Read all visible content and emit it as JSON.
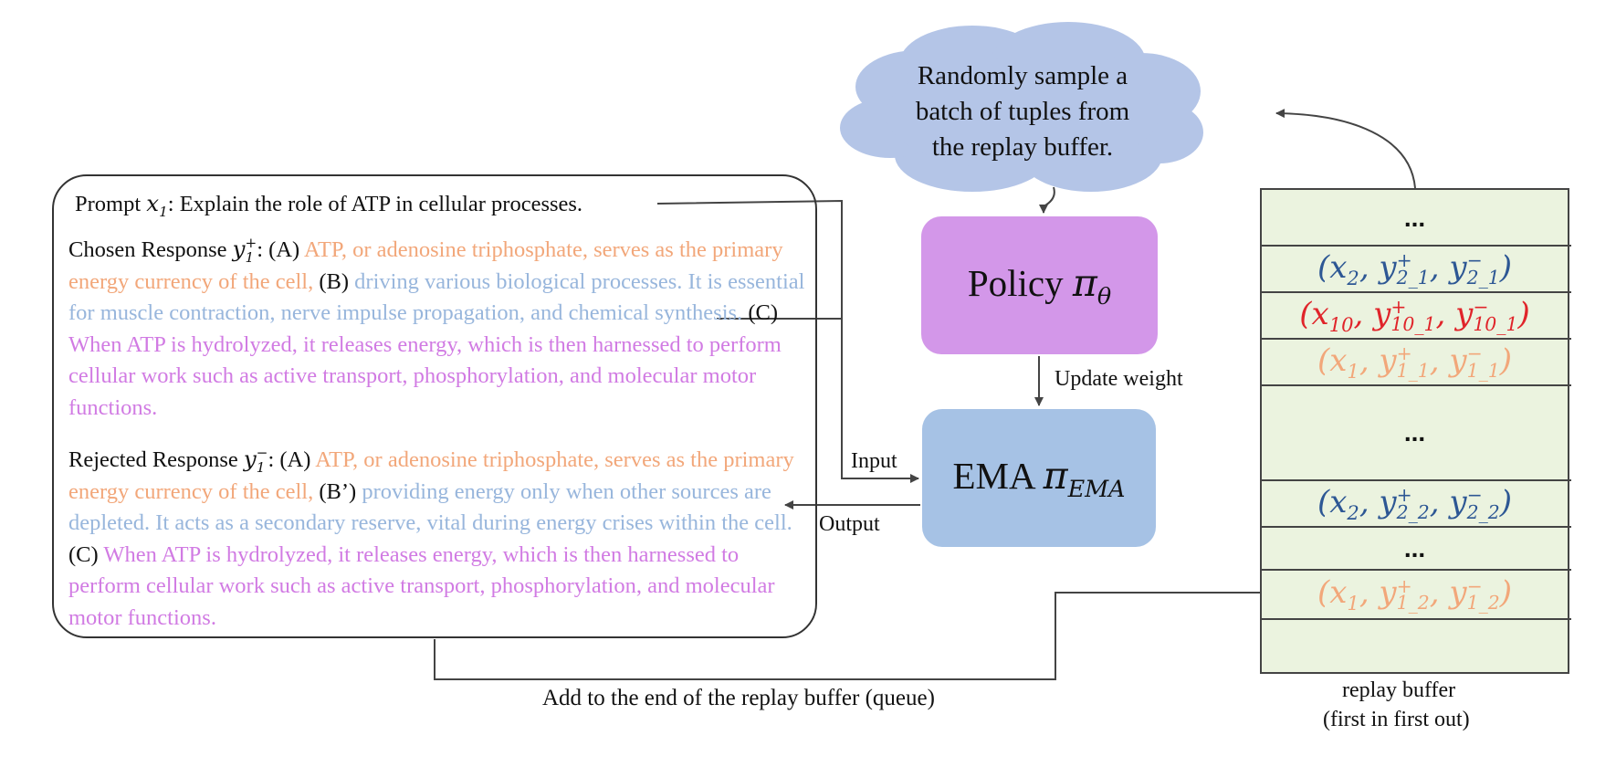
{
  "cloud": {
    "line1": "Randomly sample a",
    "line2": "batch of tuples from",
    "line3": "the replay buffer."
  },
  "policy": {
    "label": "Policy",
    "symbol": "π",
    "sub": "θ"
  },
  "ema": {
    "label": "EMA",
    "symbol": "π",
    "sub": "EMA"
  },
  "labels": {
    "update_weight": "Update weight",
    "input": "Input",
    "output": "Output",
    "add_to_end": "Add to the end of the replay buffer (queue)",
    "buffer_caption_1": "replay buffer",
    "buffer_caption_2": "(first in first out)"
  },
  "prompt": {
    "prefix": "Prompt",
    "var": "x",
    "var_sub": "1",
    "text": ": Explain the role of ATP in cellular processes."
  },
  "chosen": {
    "prefix": "Chosen Response",
    "var": "y",
    "var_sup": "+",
    "var_sub": "1",
    "tag_a": ": (A)",
    "seg_a": "ATP, or adenosine triphosphate, serves as the primary energy currency of the cell,",
    "tag_b": "(B)",
    "seg_b": "driving various biological processes. It is essential for muscle contraction, nerve impulse propagation, and chemical synthesis.",
    "tag_c": "(C)",
    "seg_c": "When ATP is hydrolyzed, it releases energy, which is then harnessed to perform cellular work such as active transport, phosphorylation, and molecular motor functions."
  },
  "rejected": {
    "prefix": "Rejected Response",
    "var": "y",
    "var_sup": "−",
    "var_sub": "1",
    "tag_a": ": (A)",
    "seg_a": "ATP, or adenosine triphosphate, serves as the primary energy currency of the cell,",
    "tag_b": "(B’)",
    "seg_b": "providing energy only when other sources are depleted. It acts as a secondary reserve, vital during energy crises within the cell.",
    "tag_c": "(C)",
    "seg_c": "When ATP is hydrolyzed, it releases energy, which is then harnessed to perform cellular work such as active transport, phosphorylation, and molecular motor functions."
  },
  "buffer": {
    "dots": "...",
    "rows": [
      {
        "x": "x",
        "xs": "2",
        "ys": "2_1"
      },
      {
        "x": "x",
        "xs": "10",
        "ys": "10_1"
      },
      {
        "x": "x",
        "xs": "1",
        "ys": "1_1"
      },
      {
        "x": "x",
        "xs": "2",
        "ys": "2_2"
      },
      {
        "x": "x",
        "xs": "1",
        "ys": "1_2"
      }
    ]
  },
  "colors": {
    "orange_text": "#f2a77a",
    "blue_text": "#98b6dc",
    "purple_text": "#d17be3",
    "policy_fill": "#d397e9",
    "ema_fill": "#a6c2e5",
    "cloud_fill": "#b4c5e7",
    "buffer_fill": "#ebf3df",
    "tuple_blue": "#2d5794",
    "tuple_red": "#e0242a"
  }
}
